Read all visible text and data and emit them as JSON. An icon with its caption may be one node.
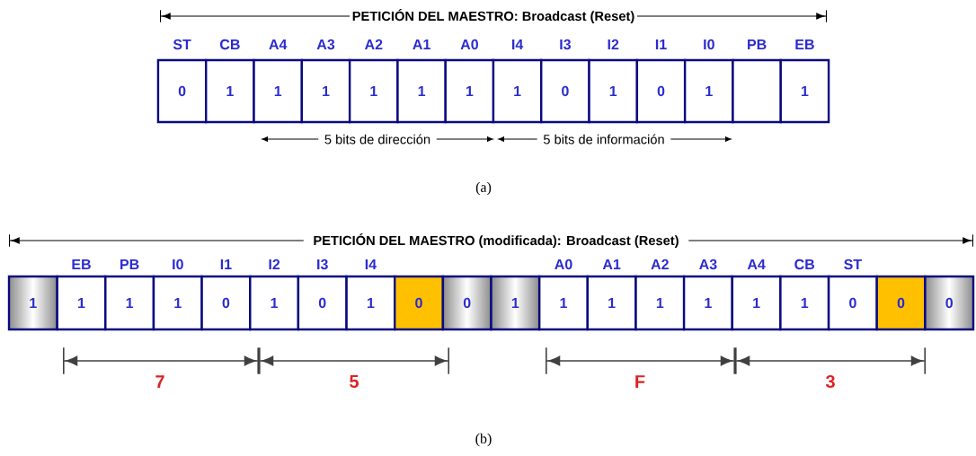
{
  "diagram": {
    "nodes": [
      {
        "text": [
          "0"
        ],
        "beside": [
          "ST"
        ]
      },
      {
        "text": [
          "1"
        ],
        "beside": [
          "CB"
        ]
      },
      {
        "text": [
          "1"
        ],
        "beside": [
          "A4"
        ]
      },
      {
        "text": [
          "1"
        ],
        "beside": [
          "A3"
        ]
      },
      {
        "text": [
          "1"
        ],
        "beside": [
          "A2"
        ]
      },
      {
        "text": [
          "1"
        ],
        "beside": [
          "A1"
        ]
      },
      {
        "text": [
          "1"
        ],
        "beside": [
          "A0"
        ]
      },
      {
        "text": [
          "1"
        ],
        "beside": [
          "I4"
        ]
      },
      {
        "text": [
          "0"
        ],
        "beside": [
          "I3"
        ]
      },
      {
        "text": [
          "1"
        ],
        "beside": [
          "I2"
        ]
      },
      {
        "text": [
          "0"
        ],
        "beside": [
          "I1"
        ]
      },
      {
        "text": [
          "1"
        ],
        "beside": [
          "I0"
        ]
      },
      {
        "text": [],
        "shape": "box",
        "beside": [
          "PB"
        ]
      },
      {
        "text": [
          "1"
        ],
        "beside": [
          "EB"
        ]
      },
      {
        "text": [
          "1"
        ]
      },
      {
        "text": [
          "1"
        ],
        "beside": [
          "EB"
        ]
      },
      {
        "text": [
          "1"
        ],
        "beside": [
          "PB"
        ]
      },
      {
        "text": [
          "1"
        ],
        "beside": [
          "I0"
        ]
      },
      {
        "text": [
          "0"
        ],
        "beside": [
          "I1"
        ]
      },
      {
        "text": [
          "1"
        ],
        "beside": [
          "I2"
        ]
      },
      {
        "text": [
          "0"
        ],
        "beside": [
          "I3"
        ]
      },
      {
        "text": [
          "1"
        ],
        "beside": [
          "I4"
        ]
      },
      {
        "text": [
          "0"
        ]
      },
      {
        "text": [
          "0"
        ]
      },
      {
        "text": [
          "1"
        ]
      },
      {
        "text": [
          "1"
        ],
        "beside": [
          "A0"
        ]
      },
      {
        "text": [
          "1"
        ],
        "beside": [
          "A1"
        ]
      },
      {
        "text": [
          "1"
        ],
        "beside": [
          "A2"
        ]
      },
      {
        "text": [
          "1"
        ],
        "beside": [
          "A3"
        ]
      },
      {
        "text": [
          "1"
        ],
        "beside": [
          "A4"
        ]
      },
      {
        "text": [
          "1"
        ],
        "beside": [
          "CB"
        ]
      },
      {
        "text": [
          "0"
        ],
        "beside": [
          "ST"
        ]
      },
      {
        "text": [
          "0"
        ]
      },
      {
        "text": [
          "0"
        ]
      }
    ],
    "labels": [
      "PETICIÓN DEL MAESTRO: Broadcast (Reset)",
      "5 bits de dirección",
      "5 bits de información",
      "(a)",
      "PETICIÓN DEL MAESTRO (modificada): Broadcast (Reset)",
      "7",
      "5",
      "F",
      "3",
      "(b)"
    ]
  }
}
